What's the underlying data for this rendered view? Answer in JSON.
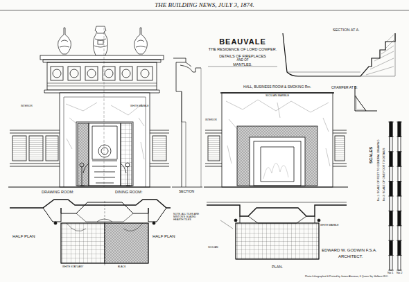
{
  "diagram": {
    "title": "BEAUVALE",
    "labels": [
      "THE BUILDING NEWS, JULY 3, 1874.",
      "THE RESIDENCE OF LORD COWPER.",
      "DETAILS OF FIREPLACES",
      "AND OF",
      "MANTLES.",
      "SECTION AT A.",
      "CHAMFER AT B:",
      "HALL, BUSINESS ROOM & SMOKING Rm.",
      "SICILIAN MARBLE",
      "DRAWING ROOM:",
      "DINING ROOM:",
      "SECTION",
      "HALF PLAN",
      "HALF PLAN",
      "PLAN.",
      "NOTE. ALL TILES ARE MINTON'S GLAZED HEARTH TILES",
      "EDWARD W. GODWIN F.S.A.",
      "ARCHITECT.",
      "SCALES",
      "No 1: SCALE OF FEET TO GENERAL DRAWING",
      "No 2: SCALE OF ONE FOOT TO DETAILS",
      "Photo-Lithographed & Printed by James Akerman, 6 Queen Sq. Holborn W.C.",
      "INTERIOR",
      "WHITE MARBLE",
      "INTERIOR",
      "WHITE STATUARY",
      "BLACK",
      "SICILIAN",
      "WHITE MARBLE",
      "No 1",
      "No 2"
    ]
  }
}
